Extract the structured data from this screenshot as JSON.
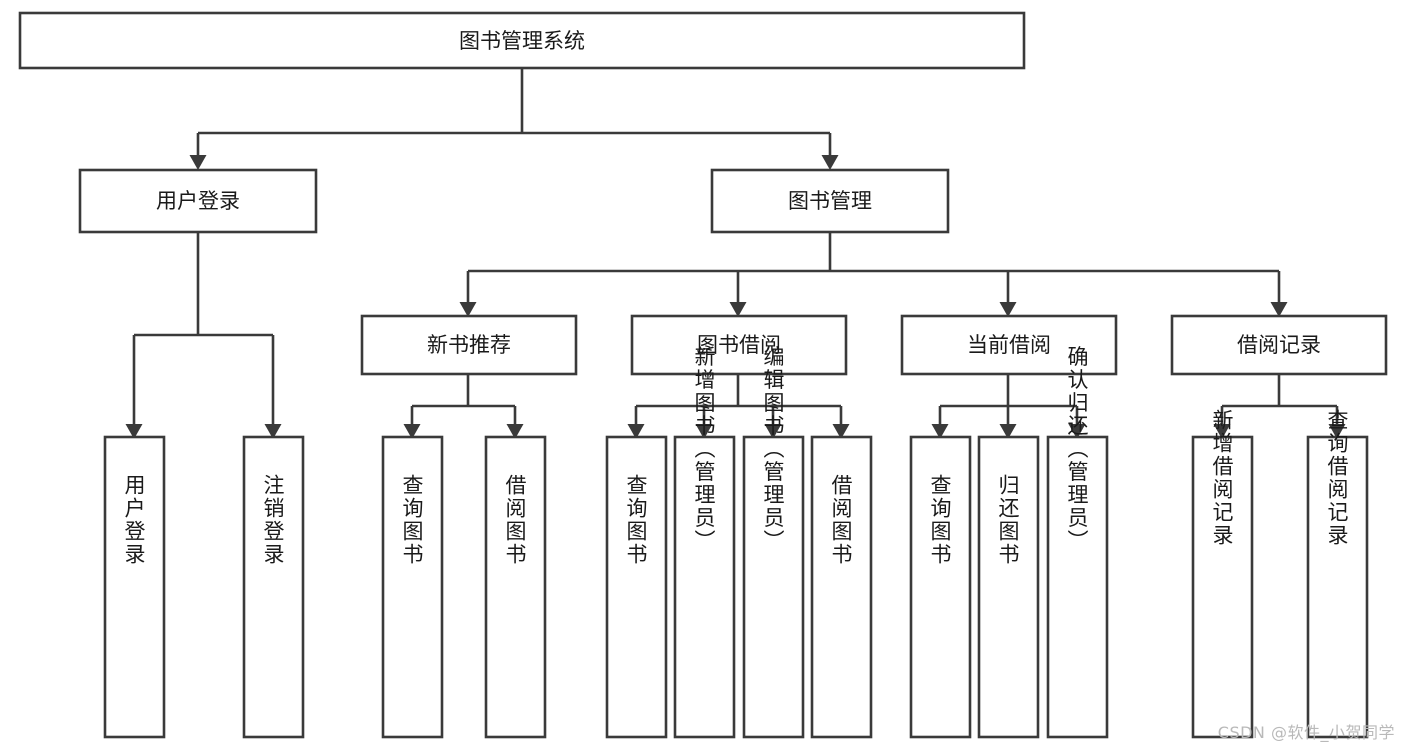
{
  "diagram": {
    "type": "tree",
    "title": "图书管理系统",
    "orientation": "top-down",
    "accent_color": "#3a3a3a",
    "background_color": "#ffffff",
    "root": {
      "id": "root",
      "label": "图书管理系统"
    },
    "level2": [
      {
        "id": "user-login",
        "label": "用户登录"
      },
      {
        "id": "book-manage",
        "label": "图书管理"
      }
    ],
    "level3": [
      {
        "id": "new-book-recommend",
        "label": "新书推荐",
        "parent": "book-manage"
      },
      {
        "id": "book-borrow",
        "label": "图书借阅",
        "parent": "book-manage"
      },
      {
        "id": "current-borrow",
        "label": "当前借阅",
        "parent": "book-manage"
      },
      {
        "id": "borrow-record",
        "label": "借阅记录",
        "parent": "book-manage"
      }
    ],
    "leaves": [
      {
        "id": "leaf-user-login",
        "label": "用户登录",
        "parent": "user-login"
      },
      {
        "id": "leaf-logout",
        "label": "注销登录",
        "parent": "user-login"
      },
      {
        "id": "leaf-query-book-1",
        "label": "查询图书",
        "parent": "new-book-recommend"
      },
      {
        "id": "leaf-borrow-book-1",
        "label": "借阅图书",
        "parent": "new-book-recommend"
      },
      {
        "id": "leaf-query-book-2",
        "label": "查询图书",
        "parent": "book-borrow"
      },
      {
        "id": "leaf-add-book",
        "label": "新增图书（管理员）",
        "parent": "book-borrow"
      },
      {
        "id": "leaf-edit-book",
        "label": "编辑图书（管理员）",
        "parent": "book-borrow"
      },
      {
        "id": "leaf-borrow-book-2",
        "label": "借阅图书",
        "parent": "book-borrow"
      },
      {
        "id": "leaf-query-book-3",
        "label": "查询图书",
        "parent": "current-borrow"
      },
      {
        "id": "leaf-return-book",
        "label": "归还图书",
        "parent": "current-borrow"
      },
      {
        "id": "leaf-confirm-return",
        "label": "确认归还（管理员）",
        "parent": "current-borrow"
      },
      {
        "id": "leaf-add-record",
        "label": "新增借阅记录",
        "parent": "borrow-record"
      },
      {
        "id": "leaf-query-record",
        "label": "查询借阅记录",
        "parent": "borrow-record"
      }
    ]
  },
  "watermark": {
    "text": "CSDN @软件_小贺同学"
  }
}
